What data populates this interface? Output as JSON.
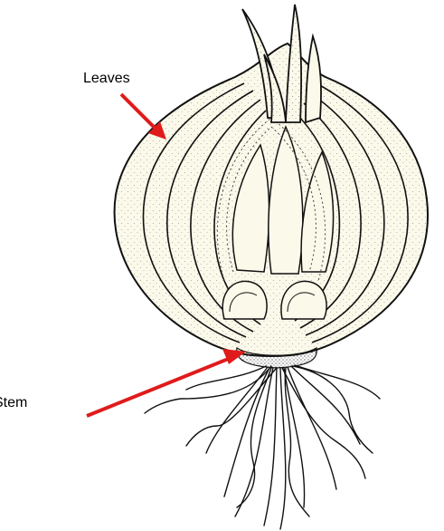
{
  "labels": {
    "leaves": "Leaves",
    "stem": "Stem"
  },
  "colors": {
    "arrow": "#e01b1b",
    "bulb_fill": "#fbf9ea",
    "outline": "#111111",
    "background": "#ffffff"
  },
  "icons": {
    "arrow": "arrow-icon",
    "bulb": "onion-bulb-illustration",
    "roots": "roots-illustration"
  }
}
